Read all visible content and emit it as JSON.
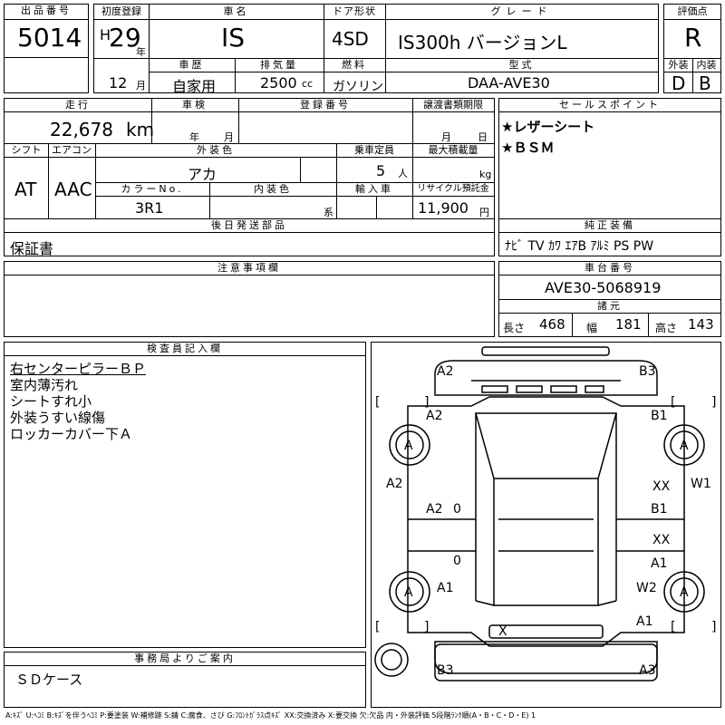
{
  "top": {
    "lot_label": "出品番号",
    "lot_no": "5014",
    "first_reg_label": "初度登録",
    "era": "H",
    "year": "29",
    "year_unit": "年",
    "month": "12",
    "month_unit": "月",
    "car_name_label": "車名",
    "car_name": "IS",
    "door_label": "ドア形状",
    "door": "4SD",
    "grade_label": "グレード",
    "grade": "IS300h バージョンL",
    "score_label": "評価点",
    "score": "R",
    "history_label": "車歴",
    "history": "自家用",
    "displacement_label": "排気量",
    "displacement": "2500",
    "displacement_unit": "cc",
    "fuel_label": "燃料",
    "fuel": "ガソリン",
    "model_label": "型式",
    "model": "DAA-AVE30",
    "exterior_label": "外装",
    "exterior": "D",
    "interior_label": "内装",
    "interior": "B"
  },
  "mid": {
    "mileage_label": "走行",
    "mileage": "22,678",
    "mileage_unit": "km",
    "inspection_label": "車検",
    "insp_year_unit": "年",
    "insp_month_unit": "月",
    "regno_label": "登録番号",
    "transfer_label": "譲渡書類期限",
    "transfer_month_unit": "月",
    "transfer_day_unit": "日",
    "shift_label": "シフト",
    "shift": "AT",
    "ac_label": "エアコン",
    "ac": "AAC",
    "ext_color_label": "外装色",
    "ext_color": "アカ",
    "capacity_label": "乗車定員",
    "capacity": "5",
    "capacity_unit": "人",
    "load_label": "最大積載量",
    "load_unit": "kg",
    "colorno_label": "カラーNo.",
    "colorno": "3R1",
    "int_color_label": "内装色",
    "int_color_unit": "系",
    "import_label": "輸入車",
    "recycle_label": "リサイクル預託金",
    "recycle": "11,900",
    "recycle_unit": "円",
    "later_label": "後日発送部品",
    "later": "保証書"
  },
  "sales": {
    "label": "セールスポイント",
    "points": [
      "★レザーシート",
      "★ＢＳＭ"
    ],
    "equip_label": "純正装備",
    "equip": "ﾅﾋﾞ  TV  ｶﾜ  ｴｱB  ｱﾙﾐ  PS  PW"
  },
  "notes": {
    "label": "注意事項欄"
  },
  "chassis": {
    "label": "車台番号",
    "value": "AVE30-5068919",
    "dims_label": "諸元",
    "length_label": "長さ",
    "length": "468",
    "width_label": "幅",
    "width": "181",
    "height_label": "高さ",
    "height": "143"
  },
  "inspector": {
    "label": "検査員記入欄",
    "lines": [
      "右センターピラーＢＰ",
      "室内薄汚れ",
      "シートすれ小",
      "外装うすい線傷",
      "ロッカーカバー下Ａ"
    ]
  },
  "office": {
    "label": "事務局よりご案内",
    "text": "ＳＤケース"
  },
  "diagram": {
    "marks": [
      "A2",
      "B3",
      "A2",
      "B1",
      "A",
      "A",
      "A2",
      "XX",
      "W1",
      "A2",
      "0",
      "B1",
      "XX",
      "0",
      "A1",
      "A1",
      "W2",
      "A",
      "A",
      "A1",
      "X",
      "B3",
      "A3"
    ],
    "brackets": [
      "[",
      "]",
      "[",
      "]",
      "[",
      "]",
      "[",
      "]"
    ]
  },
  "legend": "A:ｷｽﾞ U:ﾍｺﾐ B:ｷｽﾞを伴うﾍｺﾐ P:要塗装 W:補修跡 S:錆 C:腐食、さび G:ﾌﾛﾝﾄｶﾞﾗｽ点ｷｽﾞ XX:交換済み X:要交換 欠:欠品 内・外装評価 5段階ﾗﾝｸ順(A・B・C・D・E) 1"
}
